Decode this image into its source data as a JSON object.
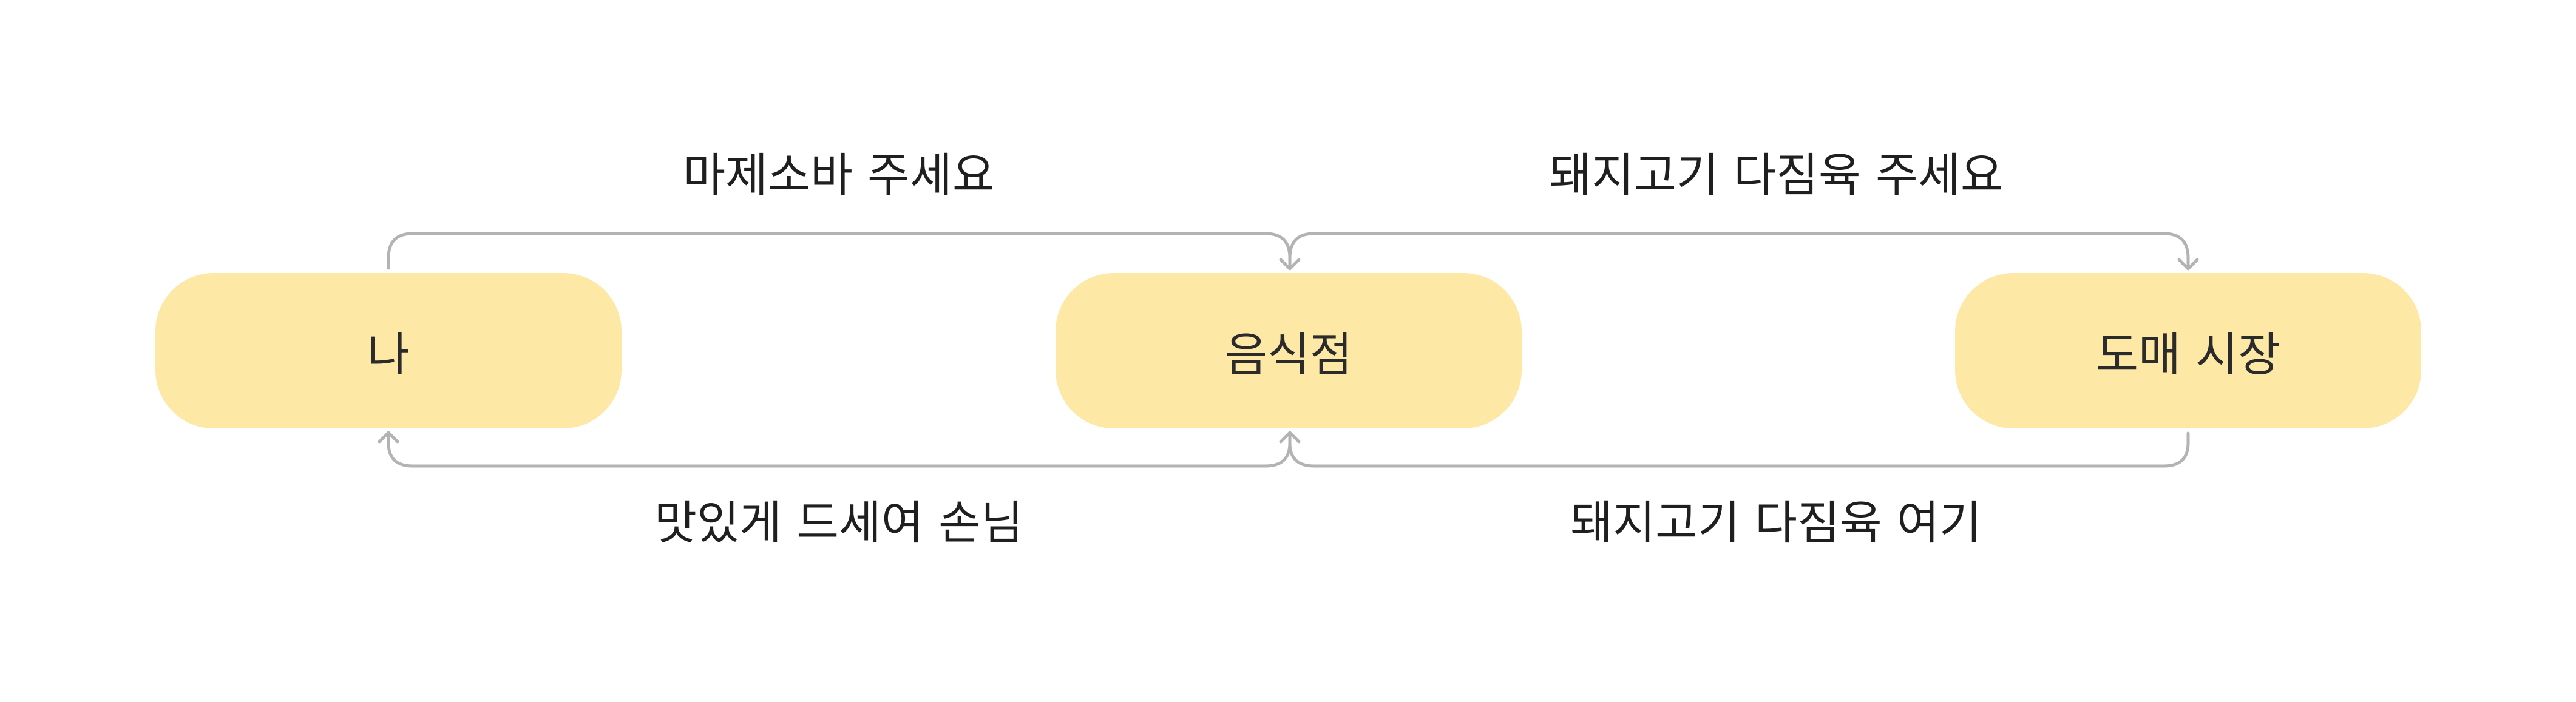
{
  "colors": {
    "node_fill": "#fde8a5",
    "edge_stroke": "#b3b3b3",
    "text": "#1f1f1f"
  },
  "nodes": [
    {
      "id": "me",
      "label": "나"
    },
    {
      "id": "restaurant",
      "label": "음식점"
    },
    {
      "id": "wholesale",
      "label": "도매 시장"
    }
  ],
  "edges": [
    {
      "from": "me",
      "to": "restaurant",
      "label": "마제소바 주세요"
    },
    {
      "from": "restaurant",
      "to": "wholesale",
      "label": "돼지고기 다짐육 주세요"
    },
    {
      "from": "restaurant",
      "to": "me",
      "label": "맛있게 드세여 손님"
    },
    {
      "from": "wholesale",
      "to": "restaurant",
      "label": "돼지고기 다짐육 여기"
    }
  ]
}
